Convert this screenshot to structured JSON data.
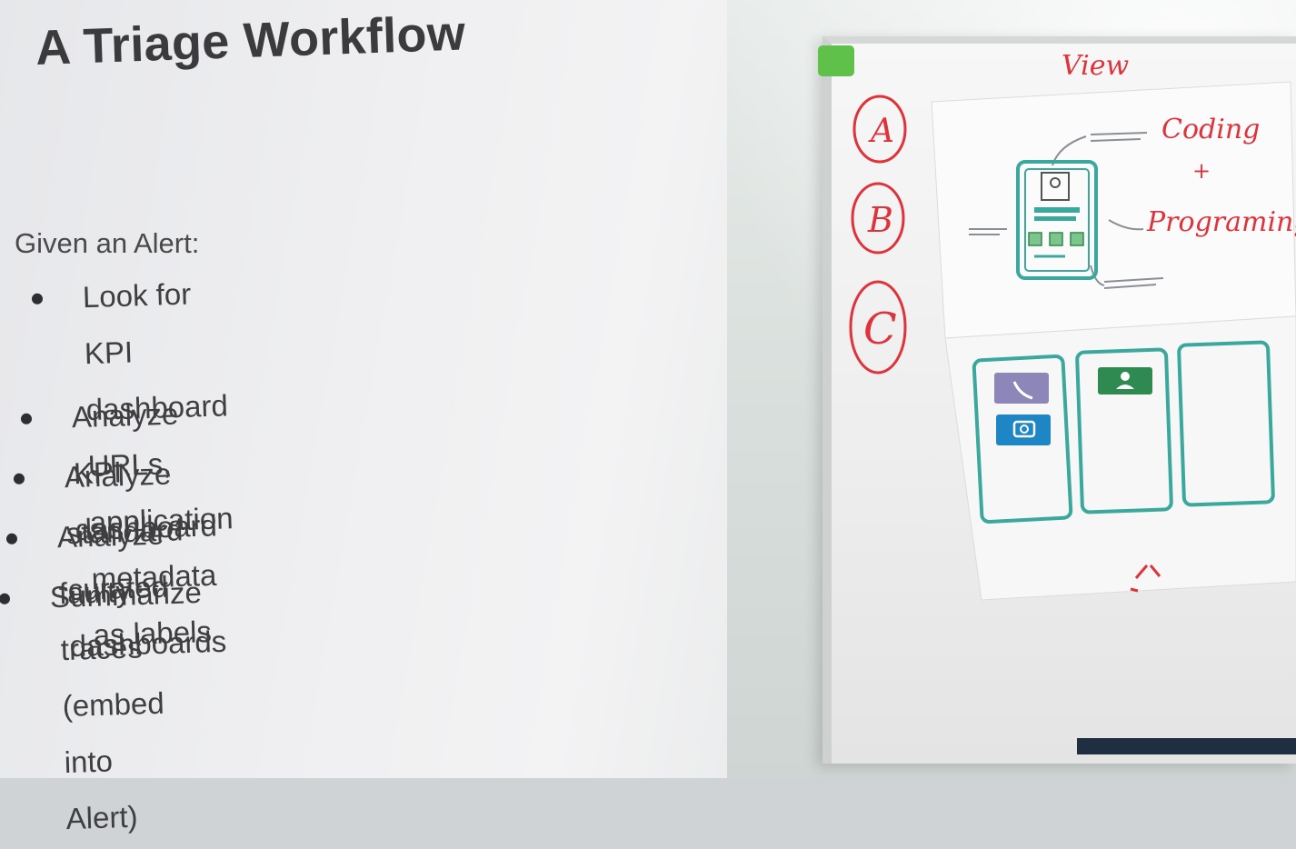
{
  "slide": {
    "title": "A Triage Workflow",
    "intro": "Given an Alert:",
    "bullets": [
      "Look for KPI dashboard URLs, application metadata as labels",
      "Analyze KPI dashboard",
      "Analyze standard curated dashboards",
      "Analyze faulty traces (embed into Alert)",
      "Summarize"
    ]
  },
  "whiteboard": {
    "heading": "View",
    "steps": [
      "A",
      "B",
      "C"
    ],
    "note_top": "Coding",
    "note_plus": "+",
    "note_bottom": "Programing",
    "colors": {
      "ink_red": "#e0323a",
      "teal": "#3aa89c",
      "green": "#2e8a50",
      "blue": "#1f86c6",
      "purple": "#8d86b8"
    }
  }
}
